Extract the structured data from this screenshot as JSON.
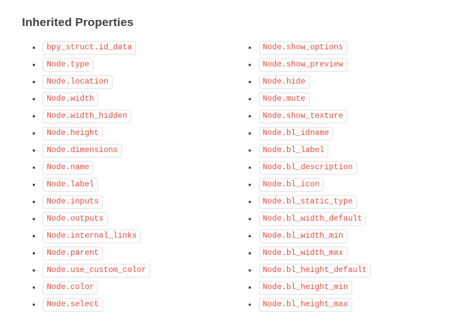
{
  "section": {
    "title": "Inherited Properties"
  },
  "columns": [
    {
      "items": [
        "bpy_struct.id_data",
        "Node.type",
        "Node.location",
        "Node.width",
        "Node.width_hidden",
        "Node.height",
        "Node.dimensions",
        "Node.name",
        "Node.label",
        "Node.inputs",
        "Node.outputs",
        "Node.internal_links",
        "Node.parent",
        "Node.use_custom_color",
        "Node.color",
        "Node.select"
      ]
    },
    {
      "items": [
        "Node.show_options",
        "Node.show_preview",
        "Node.hide",
        "Node.mute",
        "Node.show_texture",
        "Node.bl_idname",
        "Node.bl_label",
        "Node.bl_description",
        "Node.bl_icon",
        "Node.bl_static_type",
        "Node.bl_width_default",
        "Node.bl_width_min",
        "Node.bl_width_max",
        "Node.bl_height_default",
        "Node.bl_height_min",
        "Node.bl_height_max"
      ]
    }
  ]
}
